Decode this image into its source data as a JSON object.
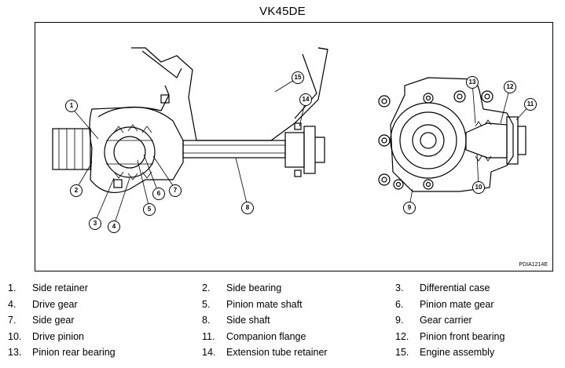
{
  "title": "VK45DE",
  "figure_code": "PDIA1214E",
  "callouts": [
    "1",
    "2",
    "3",
    "4",
    "5",
    "6",
    "7",
    "8",
    "9",
    "10",
    "11",
    "12",
    "13",
    "14",
    "15"
  ],
  "legend": [
    {
      "num": "1.",
      "label": "Side retainer"
    },
    {
      "num": "2.",
      "label": "Side bearing"
    },
    {
      "num": "3.",
      "label": "Differential case"
    },
    {
      "num": "4.",
      "label": "Drive gear"
    },
    {
      "num": "5.",
      "label": "Pinion mate shaft"
    },
    {
      "num": "6.",
      "label": "Pinion mate gear"
    },
    {
      "num": "7.",
      "label": "Side gear"
    },
    {
      "num": "8.",
      "label": "Side shaft"
    },
    {
      "num": "9.",
      "label": "Gear carrier"
    },
    {
      "num": "10.",
      "label": "Drive pinion"
    },
    {
      "num": "11.",
      "label": "Companion flange"
    },
    {
      "num": "12.",
      "label": "Pinion front bearing"
    },
    {
      "num": "13.",
      "label": "Pinion rear bearing"
    },
    {
      "num": "14.",
      "label": "Extension tube retainer"
    },
    {
      "num": "15.",
      "label": "Engine assembly"
    }
  ]
}
